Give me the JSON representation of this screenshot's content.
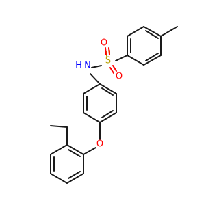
{
  "molecule": {
    "atoms": {
      "O1": {
        "symbol": "O"
      },
      "O2": {
        "symbol": "O"
      },
      "S": {
        "symbol": "S"
      },
      "N": {
        "symbol": "N"
      },
      "H": {
        "symbol": "H"
      },
      "O3": {
        "symbol": "O"
      }
    },
    "colors": {
      "oxygen": "#ff0000",
      "sulfur": "#b8a000",
      "nitrogen": "#0000ff",
      "bond": "#1a1a1a"
    }
  }
}
